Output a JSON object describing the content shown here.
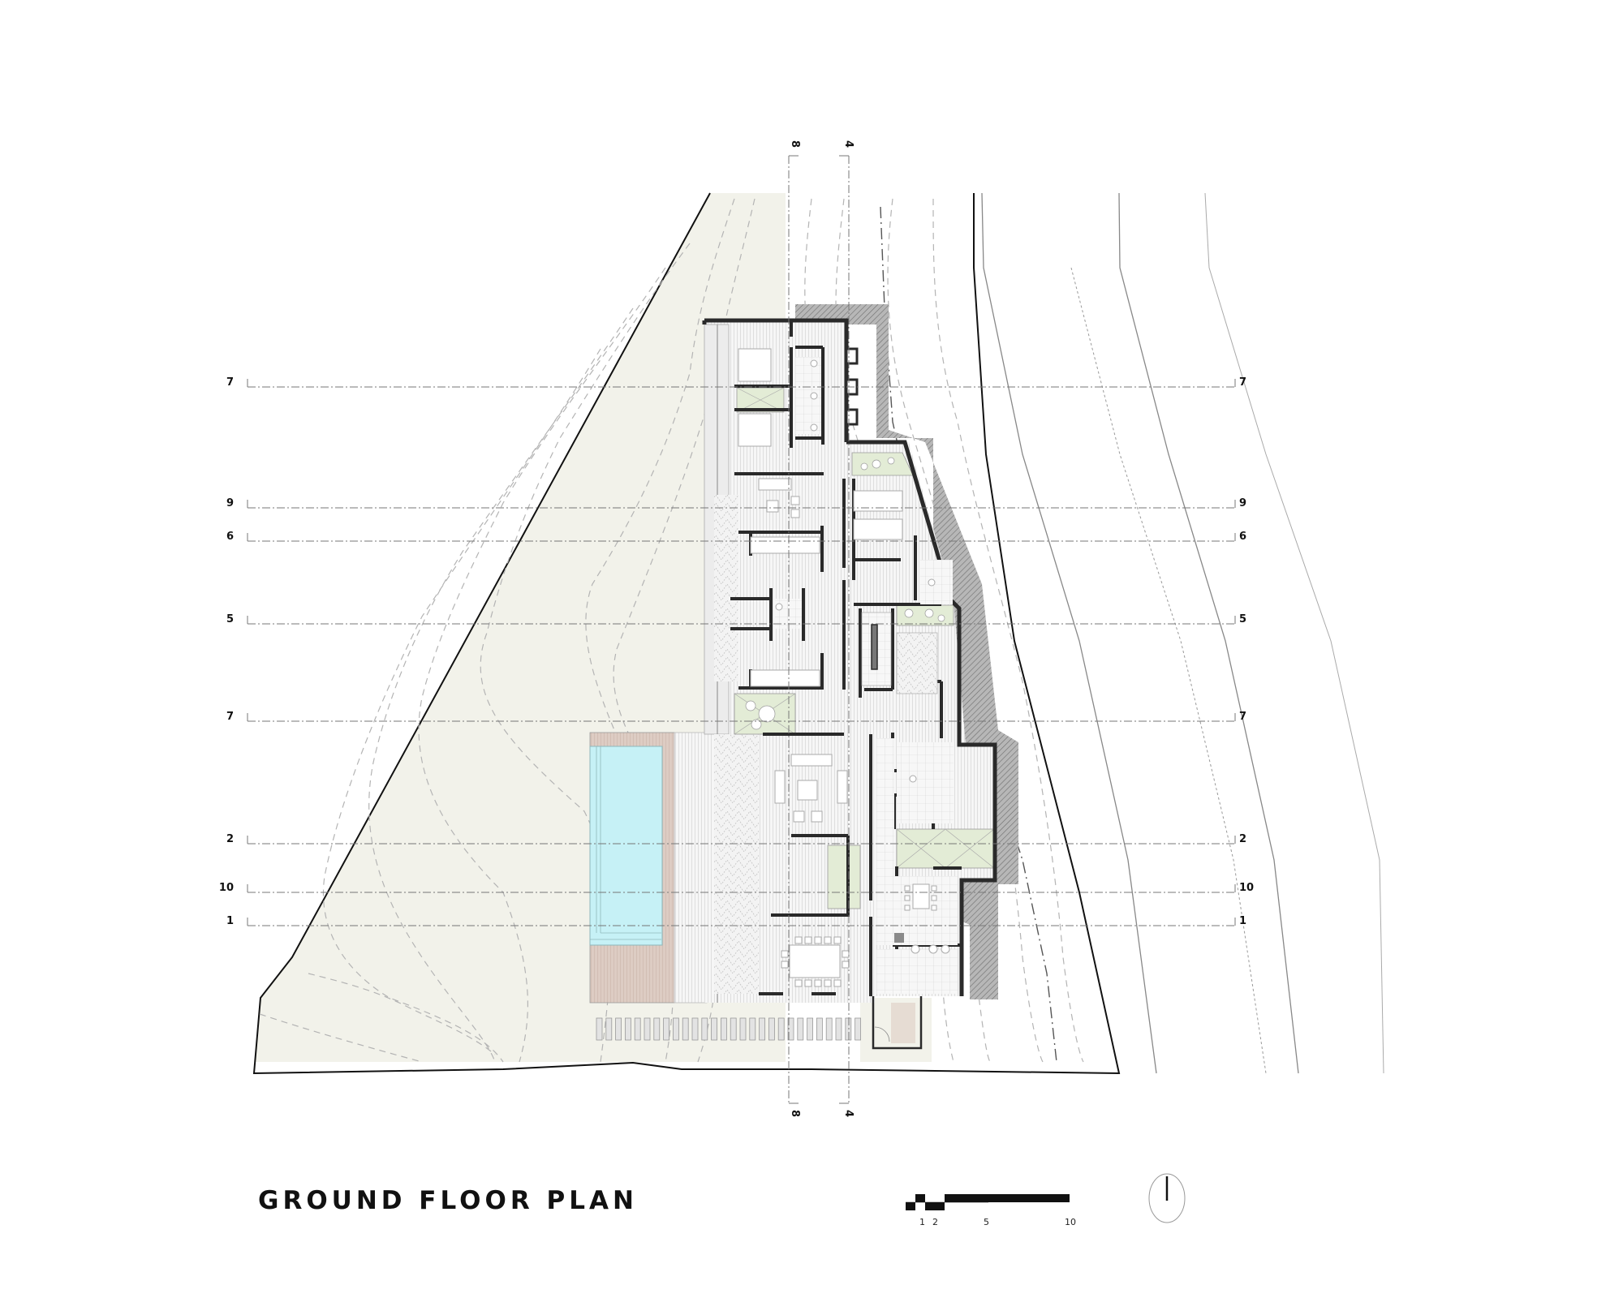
{
  "drawing": {
    "title": "GROUND FLOOR PLAN",
    "type": "architectural floor plan"
  },
  "section_markers": {
    "horizontal": [
      "7",
      "9",
      "6",
      "5",
      "7",
      "2",
      "10",
      "1"
    ],
    "vertical": [
      "8",
      "4"
    ]
  },
  "scale_bar": {
    "labels": [
      "1",
      "2",
      "5",
      "10"
    ]
  },
  "north_arrow": {
    "icon": "north-arrow-icon"
  },
  "legend_colors": {
    "site_ground": "#f2f2ea",
    "pool_water": "#c6f1f6",
    "pool_deck": "#ddccc3",
    "courtyard_planting": "#e3ecd6",
    "retaining_hatch": "#8d8d8d",
    "walls": "#2a2a2a",
    "floor": "#f4f4f4"
  },
  "site_elements": {
    "pool": "swimming pool",
    "stepping_stones_count": 28
  }
}
